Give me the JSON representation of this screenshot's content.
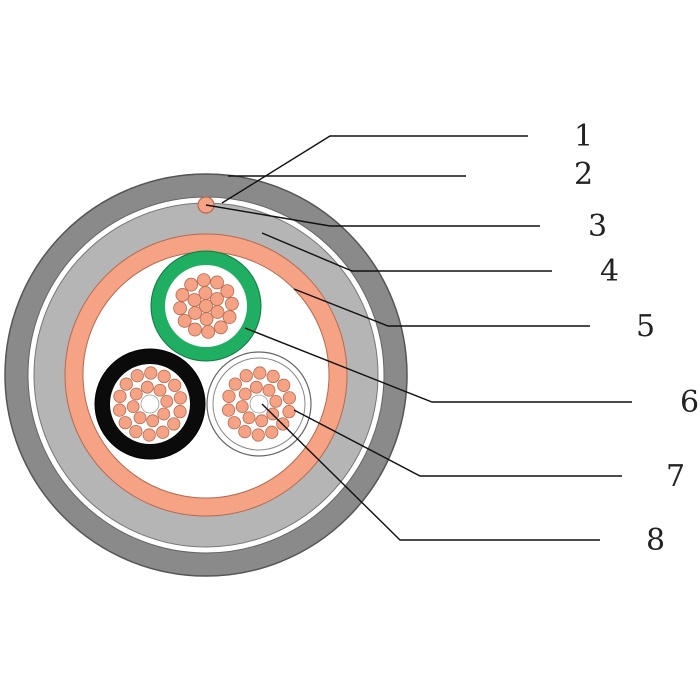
{
  "diagram": {
    "callouts": [
      {
        "number": "1"
      },
      {
        "number": "2"
      },
      {
        "number": "3"
      },
      {
        "number": "4"
      },
      {
        "number": "5"
      },
      {
        "number": "6"
      },
      {
        "number": "7"
      },
      {
        "number": "8"
      }
    ]
  },
  "colors": {
    "outer_sheath": "#8a8a8a",
    "inner_sheath": "#b5b5b5",
    "copper": "#f5a285",
    "copper_edge": "#b56a50",
    "green_insulation": "#1fae62",
    "black_insulation": "#0b0b0b",
    "white_insulation": "#ffffff",
    "line": "#111111"
  }
}
